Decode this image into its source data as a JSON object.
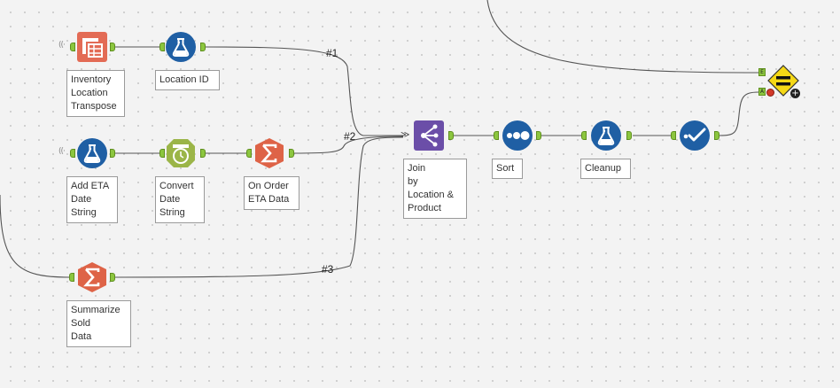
{
  "tools": {
    "inventory_transpose": {
      "label": "Inventory\nLocation\nTranspose",
      "icon": "transpose-icon"
    },
    "location_id": {
      "label": "Location ID",
      "icon": "formula-flask-icon"
    },
    "add_eta": {
      "label": "Add ETA\nDate\nString",
      "icon": "formula-flask-icon"
    },
    "convert_date": {
      "label": "Convert\nDate\nString",
      "icon": "datetime-clock-icon"
    },
    "on_order": {
      "label": "On Order\nETA Data",
      "icon": "summarize-sigma-icon"
    },
    "summarize_sold": {
      "label": "Summarize\nSold\nData",
      "icon": "summarize-sigma-icon"
    },
    "join": {
      "label": "Join\nby\nLocation &\nProduct",
      "icon": "join-icon"
    },
    "sort": {
      "label": "Sort",
      "icon": "sort-dots-icon"
    },
    "cleanup": {
      "label": "Cleanup",
      "icon": "formula-flask-icon"
    },
    "select": {
      "label": "",
      "icon": "select-check-icon"
    },
    "test": {
      "label": "",
      "icon": "test-equals-icon"
    }
  },
  "wires": {
    "w1": "#1",
    "w2": "#2",
    "w3": "#3"
  },
  "anchors": {
    "e": "E",
    "a": "A"
  },
  "colors": {
    "formula": "#1f5fa4",
    "transpose": "#e36b55",
    "summarize": "#de6347",
    "datetime": "#9bb548",
    "join": "#6b4ea8",
    "anchor": "#8cc63f",
    "test": "#f5d816"
  }
}
